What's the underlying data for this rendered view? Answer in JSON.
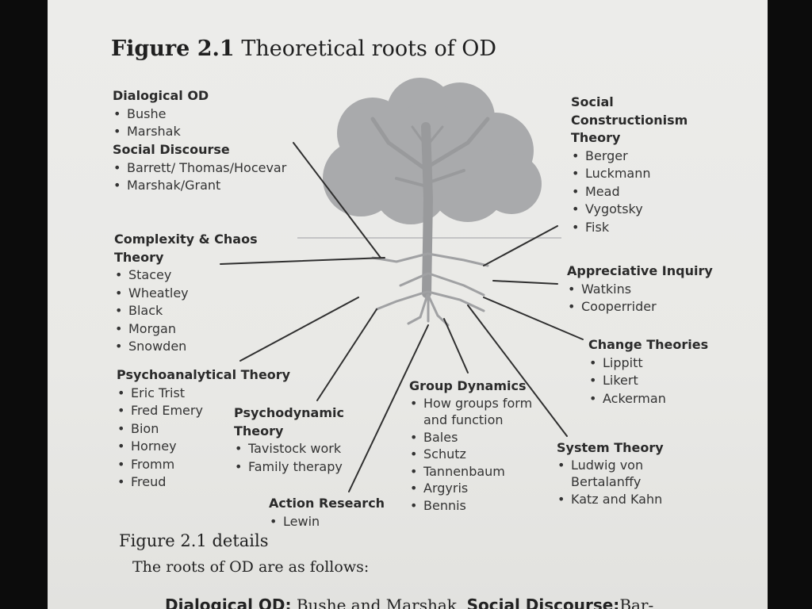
{
  "figure": {
    "number": "Figure 2.1",
    "title": "Theoretical roots of OD"
  },
  "groups": {
    "dialogical": {
      "heading": "Dialogical OD",
      "items": [
        "Bushe",
        "Marshak"
      ]
    },
    "social_discourse": {
      "heading": "Social Discourse",
      "items": [
        "Barrett/ Thomas/Hocevar",
        "Marshak/Grant"
      ]
    },
    "complexity": {
      "heading_line1": "Complexity & Chaos",
      "heading_line2": "Theory",
      "items": [
        "Stacey",
        "Wheatley",
        "Black",
        "Morgan",
        "Snowden"
      ]
    },
    "psychoanalytical": {
      "heading": "Psychoanalytical Theory",
      "items": [
        "Eric Trist",
        "Fred Emery",
        "Bion",
        "Horney",
        "Fromm",
        "Freud"
      ]
    },
    "psychodynamic": {
      "heading_line1": "Psychodynamic",
      "heading_line2": "Theory",
      "items": [
        "Tavistock work",
        "Family therapy"
      ]
    },
    "action_research": {
      "heading": "Action Research",
      "items": [
        "Lewin"
      ]
    },
    "group_dynamics": {
      "heading": "Group Dynamics",
      "items": [
        "How groups form",
        "and function",
        "Bales",
        "Schutz",
        "Tannenbaum",
        "Argyris",
        "Bennis"
      ]
    },
    "system_theory": {
      "heading": "System Theory",
      "items": [
        "Ludwig von",
        "Bertalanffy",
        "Katz and Kahn"
      ]
    },
    "change_theories": {
      "heading": "Change Theories",
      "items": [
        "Lippitt",
        "Likert",
        "Ackerman"
      ]
    },
    "appreciative": {
      "heading": "Appreciative Inquiry",
      "items": [
        "Watkins",
        "Cooperrider"
      ]
    },
    "social_constructionism": {
      "heading_line1": "Social",
      "heading_line2": "Constructionism",
      "heading_line3": "Theory",
      "items": [
        "Berger",
        "Luckmann",
        "Mead",
        "Vygotsky",
        "Fisk"
      ]
    }
  },
  "details": {
    "heading": "Figure 2.1 details",
    "intro": "The roots of OD are as follows:",
    "cut_label1": "Dialogical OD:",
    "cut_text1": " Bushe and Marshak, ",
    "cut_label2": "Social Discourse:",
    "cut_text2": "Bar-"
  },
  "colors": {
    "tree": "#a9aaac",
    "tree_dark": "#999a9c",
    "line": "#2f2f2f",
    "text": "#333333",
    "page": "#ebebe8"
  }
}
